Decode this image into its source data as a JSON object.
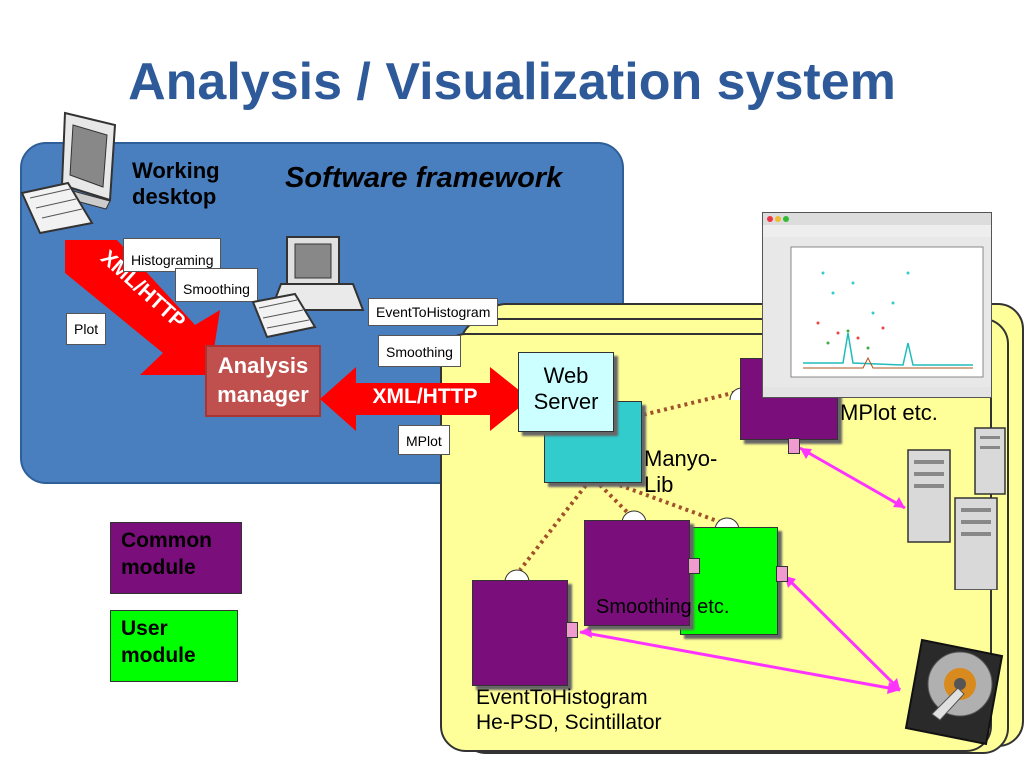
{
  "title": "Analysis / Visualization system",
  "framework": {
    "title": "Software framework",
    "working_desktop": "Working\ndesktop",
    "callouts": {
      "histograming": "Histograming",
      "smoothing_1": "Smoothing",
      "plot": "Plot",
      "event_to_histogram": "EventToHistogram",
      "smoothing_2": "Smoothing",
      "mplot": "MPlot"
    },
    "xml_http_diagonal": "XML/HTTP",
    "analysis_manager": "Analysis\nmanager",
    "xml_http": "XML/HTTP"
  },
  "server": {
    "web_server": "Web\nServer",
    "manyo_lib": "Manyo-\nLib",
    "mplot_etc": "MPlot etc.",
    "smoothing_etc": "Smoothing etc.",
    "event_to_histogram": "EventToHistogram\nHe-PSD, Scintillator"
  },
  "legend": {
    "common_module": "Common\nmodule",
    "user_module": "User\nmodule"
  },
  "colors": {
    "title": "#2e5a9a",
    "framework_bg": "#4a7fbf",
    "server_bg": "#ffff99",
    "arrow_red": "#ff0000",
    "analysis_manager": "#c0504d",
    "common_module": "#7a0e7a",
    "user_module": "#00ff00",
    "web_server": "#ccffff",
    "manyo_lib": "#33cccc",
    "data_link": "#ff33ff",
    "dotted_link": "#a0522d"
  }
}
